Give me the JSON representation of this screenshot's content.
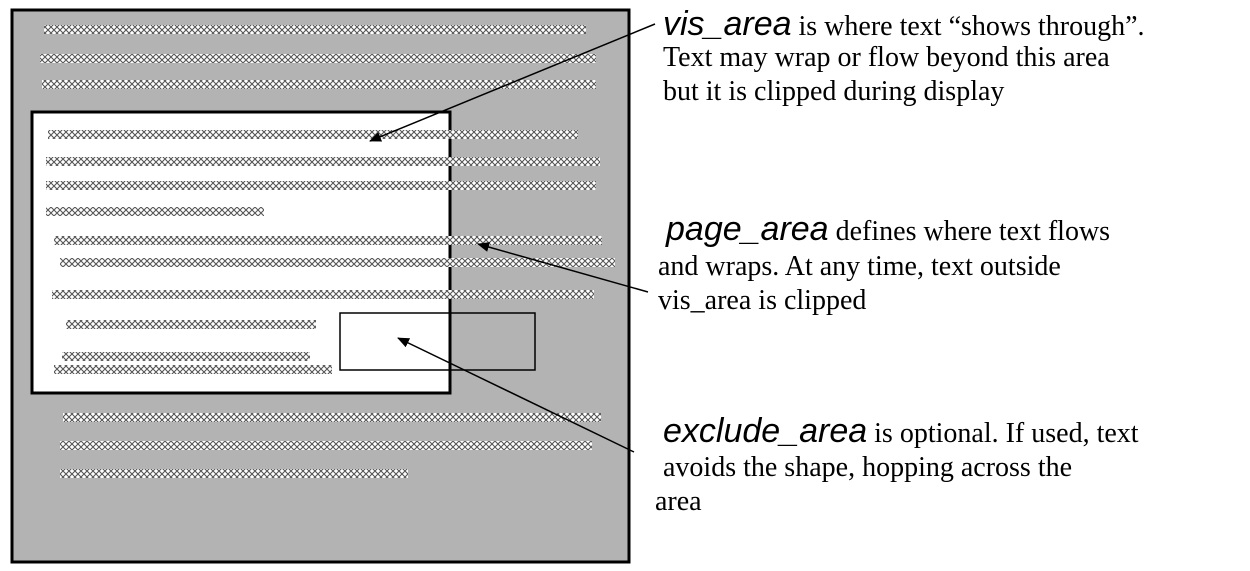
{
  "colors": {
    "page_fill": "#b3b3b3",
    "vis_area_fill": "#ffffff",
    "outline": "#000000"
  },
  "annotations": {
    "vis_area": {
      "term": "vis_area",
      "lines": [
        " is where text “shows through”.",
        "Text may wrap or flow beyond this area",
        "but it is clipped during display"
      ]
    },
    "page_area": {
      "term": "page_area",
      "lines": [
        " defines where text flows",
        "and wraps. At any time, text outside",
        "vis_area is clipped"
      ]
    },
    "exclude_area": {
      "term": "exclude_area",
      "lines": [
        " is optional.  If used, text",
        "avoids the shape, hopping across the",
        "area"
      ]
    }
  }
}
